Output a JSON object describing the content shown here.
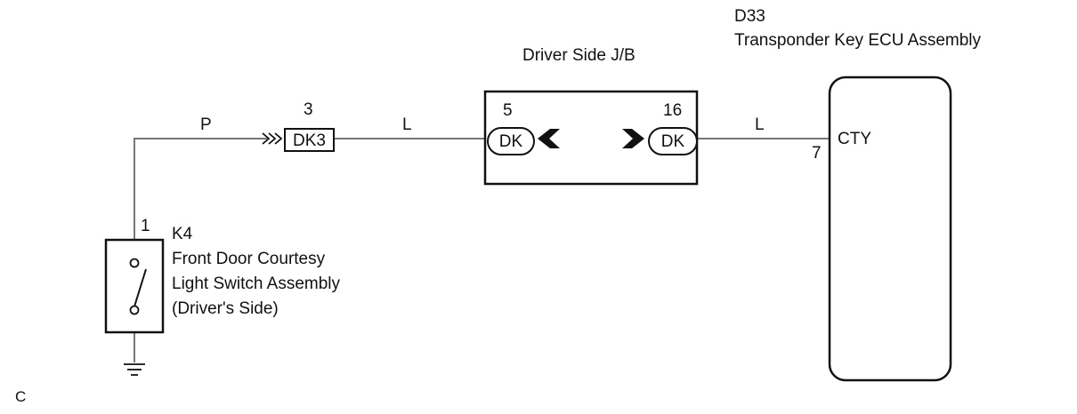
{
  "ecu": {
    "code": "D33",
    "name": "Transponder Key ECU Assembly",
    "terminal_number": "7",
    "terminal_name": "CTY"
  },
  "junction_block": {
    "name": "Driver Side J/B",
    "left_pin": "5",
    "left_connector": "DK",
    "right_pin": "16",
    "right_connector": "DK"
  },
  "inline_connector": {
    "pin": "3",
    "name": "DK3"
  },
  "wires": {
    "switch_to_dk3": "P",
    "dk3_to_jb": "L",
    "jb_to_ecu": "L"
  },
  "switch": {
    "pin": "1",
    "code": "K4",
    "name_line1": "Front Door Courtesy",
    "name_line2": "Light Switch Assembly",
    "name_line3": "(Driver's Side)"
  },
  "footer_code": "C"
}
